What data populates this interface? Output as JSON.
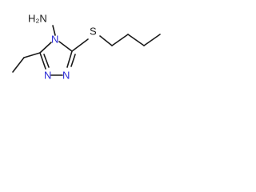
{
  "molecule": {
    "atoms": {
      "amine": "H₂N",
      "sulfur": "S",
      "ring_n4": "N",
      "ring_n1": "N",
      "ring_n2": "N"
    },
    "colors": {
      "bond": "#1a1a1a",
      "nitrogen": "#2b2bd6",
      "carbon_label": "#1a1a1a"
    }
  }
}
